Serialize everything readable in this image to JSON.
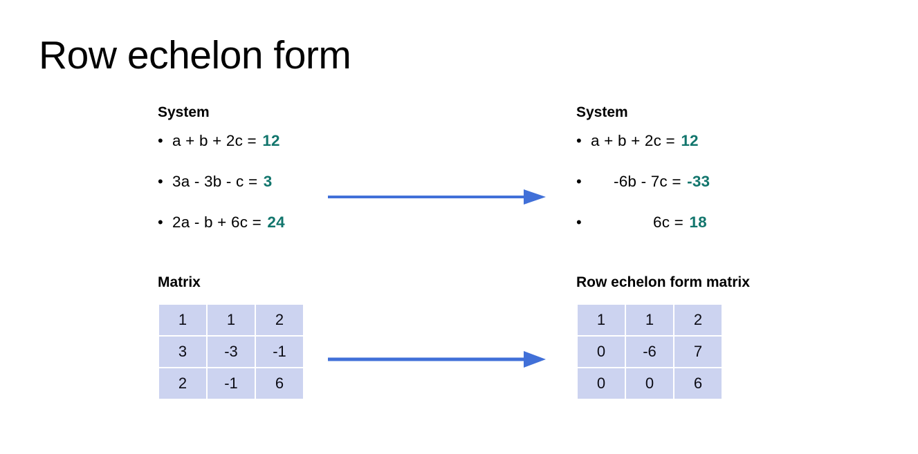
{
  "slide": {
    "title": "Row echelon form",
    "background_color": "#ffffff"
  },
  "colors": {
    "accent_value": "#11756c",
    "arrow": "#4170d8",
    "matrix_cell": "#ccd3f0",
    "text": "#000000"
  },
  "left": {
    "system": {
      "heading": "System",
      "equations": [
        {
          "bullet": "•",
          "text": "a + b + 2c = ",
          "value": "12",
          "indent": 0
        },
        {
          "bullet": "•",
          "text": "3a - 3b - c = ",
          "value": "3",
          "indent": 0
        },
        {
          "bullet": "•",
          "text": "2a - b + 6c = ",
          "value": "24",
          "indent": 0
        }
      ]
    },
    "matrix": {
      "heading": "Matrix",
      "rows": [
        [
          "1",
          "1",
          "2"
        ],
        [
          "3",
          "-3",
          "-1"
        ],
        [
          "2",
          "-1",
          "6"
        ]
      ]
    }
  },
  "right": {
    "system": {
      "heading": "System",
      "equations": [
        {
          "bullet": "•",
          "text": "a + b + 2c = ",
          "value": "12",
          "indent": 0
        },
        {
          "bullet": "•",
          "text": "-6b - 7c = ",
          "value": "-33",
          "indent": 1
        },
        {
          "bullet": "•",
          "text": "6c = ",
          "value": "18",
          "indent": 2
        }
      ]
    },
    "matrix": {
      "heading": "Row echelon form matrix",
      "rows": [
        [
          "1",
          "1",
          "2"
        ],
        [
          "0",
          "-6",
          "7"
        ],
        [
          "0",
          "0",
          "6"
        ]
      ]
    }
  },
  "arrows": [
    {
      "name": "system-transform-arrow",
      "direction": "right"
    },
    {
      "name": "matrix-transform-arrow",
      "direction": "right"
    }
  ]
}
